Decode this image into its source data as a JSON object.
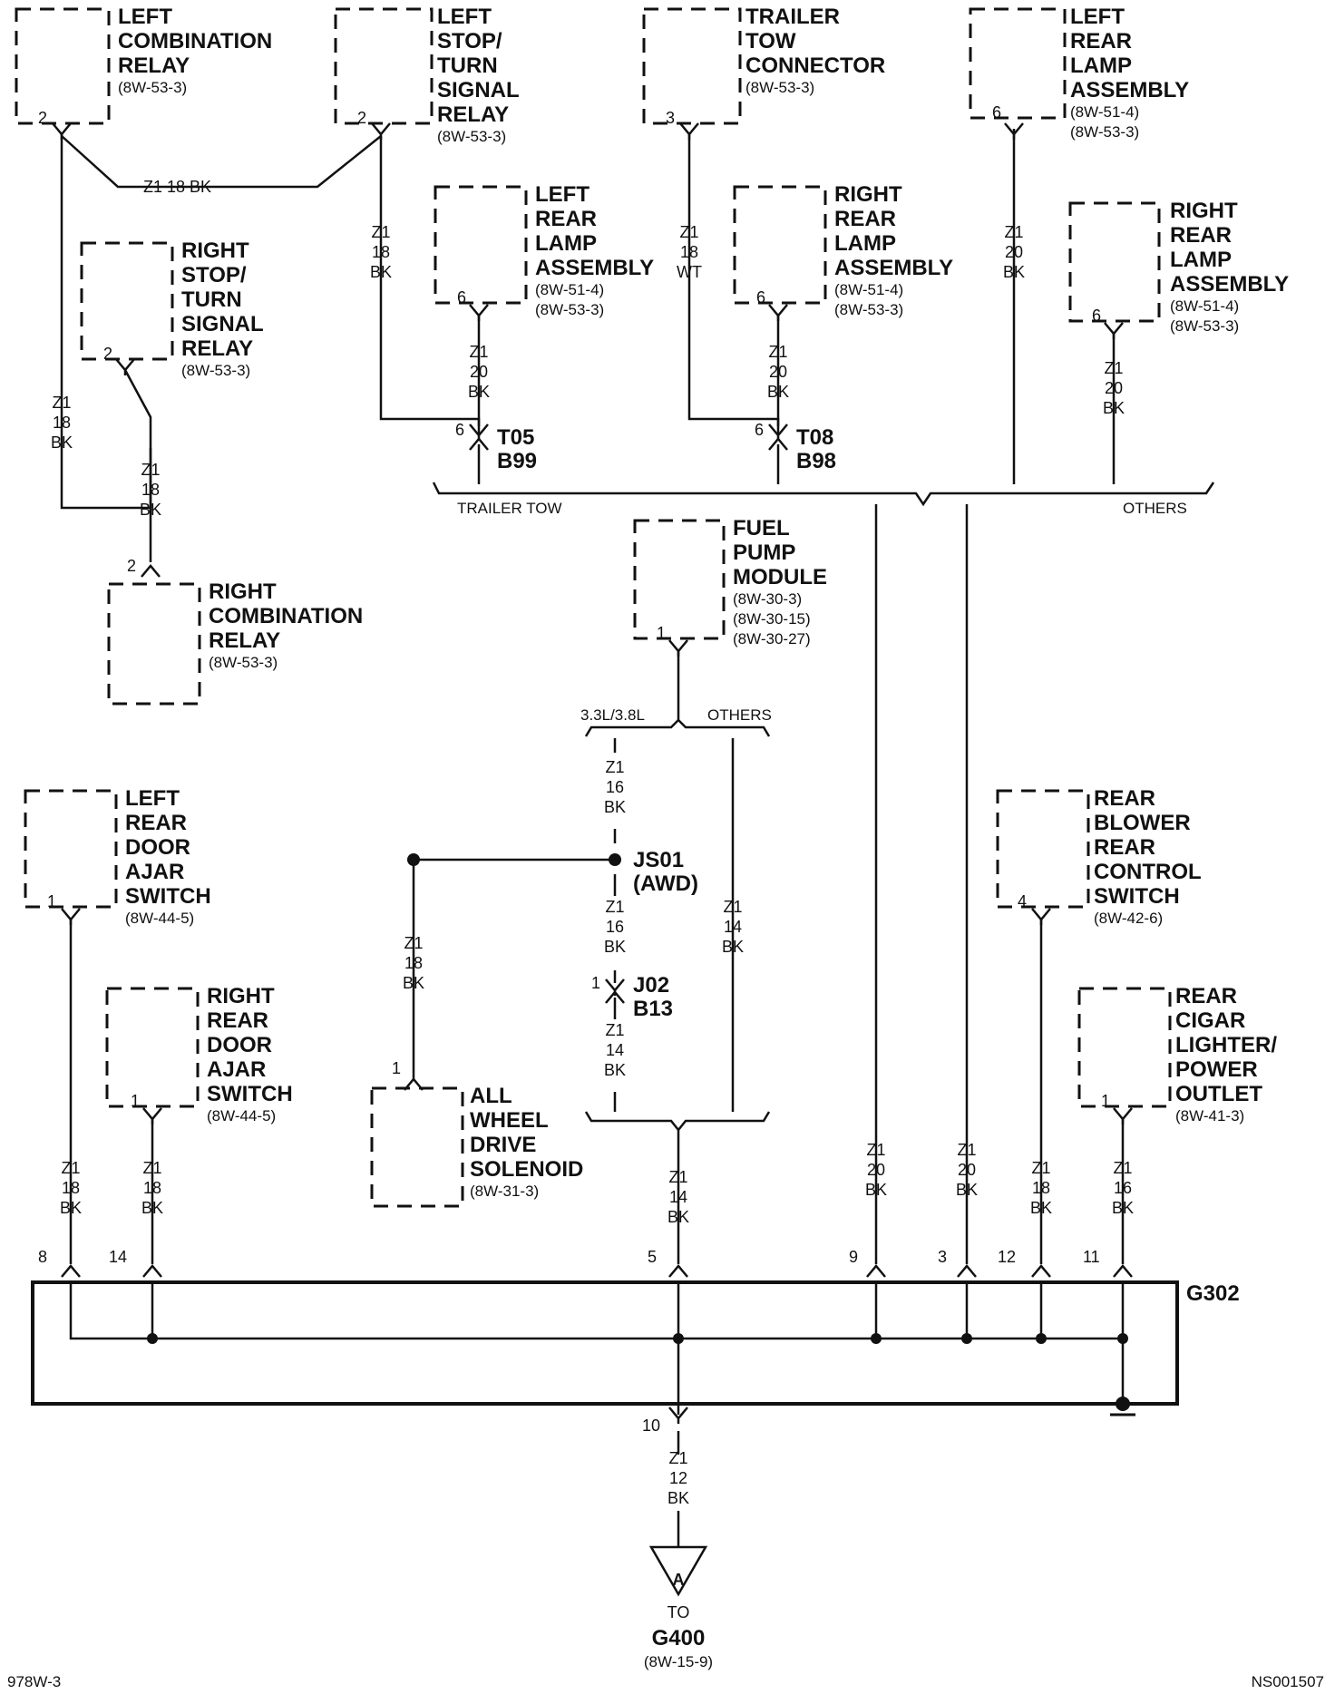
{
  "components": [
    {
      "id": "left_comb_relay",
      "lines": [
        "LEFT",
        "COMBINATION",
        "RELAY"
      ],
      "refs": [
        "(8W-53-3)"
      ]
    },
    {
      "id": "left_stop_turn",
      "lines": [
        "LEFT",
        "STOP/",
        "TURN",
        "SIGNAL",
        "RELAY"
      ],
      "refs": [
        "(8W-53-3)"
      ]
    },
    {
      "id": "trailer_tow_conn",
      "lines": [
        "TRAILER",
        "TOW",
        "CONNECTOR"
      ],
      "refs": [
        "(8W-53-3)"
      ]
    },
    {
      "id": "left_rear_lamp_top",
      "lines": [
        "LEFT",
        "REAR",
        "LAMP",
        "ASSEMBLY"
      ],
      "refs": [
        "(8W-51-4)",
        "(8W-53-3)"
      ]
    },
    {
      "id": "right_stop_turn",
      "lines": [
        "RIGHT",
        "STOP/",
        "TURN",
        "SIGNAL",
        "RELAY"
      ],
      "refs": [
        "(8W-53-3)"
      ]
    },
    {
      "id": "left_rear_lamp_mid",
      "lines": [
        "LEFT",
        "REAR",
        "LAMP",
        "ASSEMBLY"
      ],
      "refs": [
        "(8W-51-4)",
        "(8W-53-3)"
      ]
    },
    {
      "id": "right_rear_lamp_mid",
      "lines": [
        "RIGHT",
        "REAR",
        "LAMP",
        "ASSEMBLY"
      ],
      "refs": [
        "(8W-51-4)",
        "(8W-53-3)"
      ]
    },
    {
      "id": "right_rear_lamp_right",
      "lines": [
        "RIGHT",
        "REAR",
        "LAMP",
        "ASSEMBLY"
      ],
      "refs": [
        "(8W-51-4)",
        "(8W-53-3)"
      ]
    },
    {
      "id": "right_comb_relay",
      "lines": [
        "RIGHT",
        "COMBINATION",
        "RELAY"
      ],
      "refs": [
        "(8W-53-3)"
      ]
    },
    {
      "id": "fuel_pump",
      "lines": [
        "FUEL",
        "PUMP",
        "MODULE"
      ],
      "refs": [
        "(8W-30-3)",
        "(8W-30-15)",
        "(8W-30-27)"
      ]
    },
    {
      "id": "left_rear_door",
      "lines": [
        "LEFT",
        "REAR",
        "DOOR",
        "AJAR",
        "SWITCH"
      ],
      "refs": [
        "(8W-44-5)"
      ]
    },
    {
      "id": "rear_blower",
      "lines": [
        "REAR",
        "BLOWER",
        "REAR",
        "CONTROL",
        "SWITCH"
      ],
      "refs": [
        "(8W-42-6)"
      ]
    },
    {
      "id": "right_rear_door",
      "lines": [
        "RIGHT",
        "REAR",
        "DOOR",
        "AJAR",
        "SWITCH"
      ],
      "refs": [
        "(8W-44-5)"
      ]
    },
    {
      "id": "awd_solenoid",
      "lines": [
        "ALL",
        "WHEEL",
        "DRIVE",
        "SOLENOID"
      ],
      "refs": [
        "(8W-31-3)"
      ]
    },
    {
      "id": "cigar_lighter",
      "lines": [
        "REAR",
        "CIGAR",
        "LIGHTER/",
        "POWER",
        "OUTLET"
      ],
      "refs": [
        "(8W-41-3)"
      ]
    }
  ],
  "wire_labels": [
    {
      "id": "w_comb_link",
      "lines": [
        "Z1  18 BK"
      ]
    },
    {
      "id": "w_lst",
      "lines": [
        "Z1",
        "18",
        "BK"
      ]
    },
    {
      "id": "w_ttc",
      "lines": [
        "Z1",
        "18",
        "WT"
      ]
    },
    {
      "id": "w_lrl_top",
      "lines": [
        "Z1",
        "20",
        "BK"
      ]
    },
    {
      "id": "w_lrl_mid",
      "lines": [
        "Z1",
        "20",
        "BK"
      ]
    },
    {
      "id": "w_rrl_mid",
      "lines": [
        "Z1",
        "20",
        "BK"
      ]
    },
    {
      "id": "w_rrl_right",
      "lines": [
        "Z1",
        "20",
        "BK"
      ]
    },
    {
      "id": "w_lcr_down",
      "lines": [
        "Z1",
        "18",
        "BK"
      ]
    },
    {
      "id": "w_rst",
      "lines": [
        "Z1",
        "18",
        "BK"
      ]
    },
    {
      "id": "w_fp_a",
      "lines": [
        "Z1",
        "16",
        "BK"
      ]
    },
    {
      "id": "w_fp_b",
      "lines": [
        "Z1",
        "16",
        "BK"
      ]
    },
    {
      "id": "w_fp_c",
      "lines": [
        "Z1",
        "14",
        "BK"
      ]
    },
    {
      "id": "w_others14",
      "lines": [
        "Z1",
        "14",
        "BK"
      ]
    },
    {
      "id": "w_awd",
      "lines": [
        "Z1",
        "18",
        "BK"
      ]
    },
    {
      "id": "w_to_g302_5",
      "lines": [
        "Z1",
        "14",
        "BK"
      ]
    },
    {
      "id": "w_lrd",
      "lines": [
        "Z1",
        "18",
        "BK"
      ]
    },
    {
      "id": "w_rrd",
      "lines": [
        "Z1",
        "18",
        "BK"
      ]
    },
    {
      "id": "w_9",
      "lines": [
        "Z1",
        "20",
        "BK"
      ]
    },
    {
      "id": "w_3",
      "lines": [
        "Z1",
        "20",
        "BK"
      ]
    },
    {
      "id": "w_blower",
      "lines": [
        "Z1",
        "18",
        "BK"
      ]
    },
    {
      "id": "w_cigar",
      "lines": [
        "Z1",
        "16",
        "BK"
      ]
    },
    {
      "id": "w_g400",
      "lines": [
        "Z1",
        "12",
        "BK"
      ]
    }
  ],
  "pins": [
    {
      "id": "p_lcr",
      "text": "2"
    },
    {
      "id": "p_lst",
      "text": "2"
    },
    {
      "id": "p_ttc",
      "text": "3"
    },
    {
      "id": "p_lrl_top",
      "text": "6"
    },
    {
      "id": "p_rst",
      "text": "2"
    },
    {
      "id": "p_lrl_mid",
      "text": "6"
    },
    {
      "id": "p_rrl_mid",
      "text": "6"
    },
    {
      "id": "p_rrl_right",
      "text": "6"
    },
    {
      "id": "p_rcr",
      "text": "2"
    },
    {
      "id": "p_t05",
      "text": "6"
    },
    {
      "id": "p_t08",
      "text": "6"
    },
    {
      "id": "p_fp",
      "text": "1"
    },
    {
      "id": "p_lrd",
      "text": "1"
    },
    {
      "id": "p_blower",
      "text": "4"
    },
    {
      "id": "p_rrd",
      "text": "1"
    },
    {
      "id": "p_j02",
      "text": "1"
    },
    {
      "id": "p_awd",
      "text": "1"
    },
    {
      "id": "p_cigar",
      "text": "1"
    },
    {
      "id": "p_g8",
      "text": "8"
    },
    {
      "id": "p_g14",
      "text": "14"
    },
    {
      "id": "p_g5",
      "text": "5"
    },
    {
      "id": "p_g9",
      "text": "9"
    },
    {
      "id": "p_g3",
      "text": "3"
    },
    {
      "id": "p_g12",
      "text": "12"
    },
    {
      "id": "p_g11",
      "text": "11"
    },
    {
      "id": "p_g10",
      "text": "10"
    }
  ],
  "connectors": [
    {
      "id": "c_t05",
      "lines": [
        "T05",
        "B99"
      ]
    },
    {
      "id": "c_t08",
      "lines": [
        "T08",
        "B98"
      ]
    },
    {
      "id": "c_j02",
      "lines": [
        "J02",
        "B13"
      ]
    },
    {
      "id": "c_js01",
      "lines": [
        "JS01",
        "(AWD)"
      ]
    }
  ],
  "branch_labels": {
    "trailer_tow": "TRAILER TOW",
    "others_top": "OTHERS",
    "engine": "3.3L/3.8L",
    "others_mid": "OTHERS"
  },
  "ground": {
    "g302": "G302",
    "to": "TO",
    "g400": "G400",
    "g400_ref": "(8W-15-9)",
    "triangle_letter": "A"
  },
  "footer": {
    "left": "978W-3",
    "right": "NS001507"
  }
}
